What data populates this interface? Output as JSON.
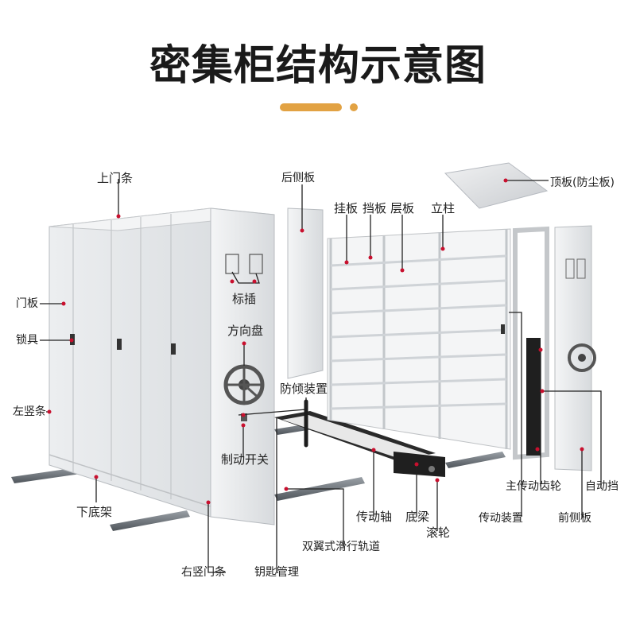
{
  "title": "密集柜结构示意图",
  "colors": {
    "accent": "#e2a243",
    "marker": "#c8102e",
    "line": "#222222"
  },
  "labels": {
    "top_door_strip": "上门条",
    "door_panel": "门板",
    "lock": "锁具",
    "left_vertical_strip": "左竖条",
    "bottom_frame": "下底架",
    "right_vertical_strip": "右竖门条",
    "label_slot": "标插",
    "steering_wheel": "方向盘",
    "anti_tilt_device": "防倾装置",
    "brake_switch": "制动开关",
    "key_management": "钥匙管理",
    "rear_side_panel": "后侧板",
    "hanging_panel": "挂板",
    "baffle": "挡板",
    "shelf_layer": "层板",
    "column": "立柱",
    "top_panel": "顶板(防尘板)",
    "double_wing_rail": "双翼式滑行轨道",
    "drive_shaft": "传动轴",
    "base_beam": "底梁",
    "roller": "滚轮",
    "drive_device": "传动装置",
    "main_drive_gear": "主传动齿轮",
    "front_side_panel": "前侧板",
    "auto_stop": "自动挡"
  }
}
